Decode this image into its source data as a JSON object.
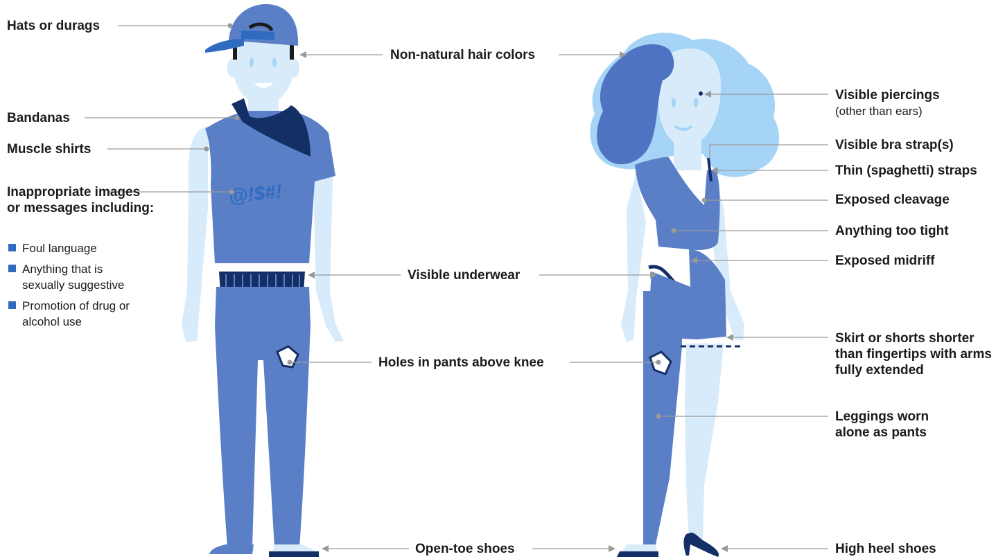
{
  "colors": {
    "skin": "#d7ebfb",
    "clothing": "#5a7fc7",
    "dark": "#142e66",
    "hair_light": "#a6d4f6",
    "hair_dark": "#4f73c2",
    "accent_blue": "#2f6bc0",
    "leader": "#9a9a9a"
  },
  "left_labels": {
    "hats": "Hats or durags",
    "bandanas": "Bandanas",
    "muscle_shirts": "Muscle shirts",
    "inappropriate": "Inappropriate images or messages including:",
    "bullets": [
      "Foul language",
      "Anything that is sexually suggestive",
      "Promotion of drug or alcohol use"
    ]
  },
  "center_labels": {
    "hair_colors": "Non-natural hair colors",
    "underwear": "Visible underwear",
    "holes": "Holes in pants above knee",
    "open_toe": "Open-toe shoes"
  },
  "right_labels": {
    "piercings": "Visible piercings",
    "piercings_note": "(other than ears)",
    "bra_strap": "Visible bra strap(s)",
    "thin_straps": "Thin (spaghetti) straps",
    "cleavage": "Exposed cleavage",
    "too_tight": "Anything too tight",
    "midriff": "Exposed midriff",
    "skirt": "Skirt or shorts shorter than fingertips with arms fully extended",
    "leggings": "Leggings worn alone as pants",
    "high_heels": "High heel shoes"
  },
  "shirt_text": "@!$#!"
}
